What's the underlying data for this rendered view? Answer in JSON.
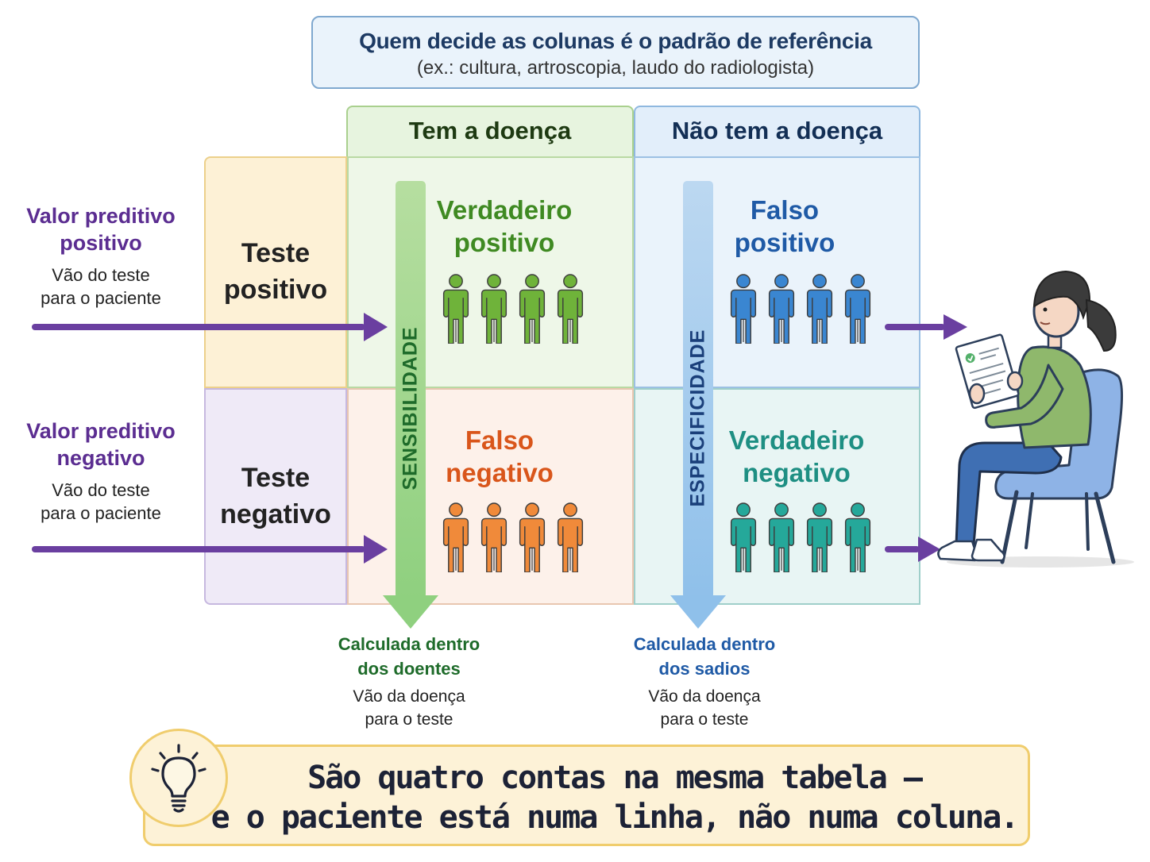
{
  "banner": {
    "title": "Quem decide as colunas é o padrão de referência",
    "subtitle": "(ex.: cultura, artroscopia, laudo do radiologista)"
  },
  "columns": {
    "disease": "Tem a doença",
    "no_disease": "Não tem a doença"
  },
  "rows": {
    "positive_line1": "Teste",
    "positive_line2": "positivo",
    "negative_line1": "Teste",
    "negative_line2": "negativo"
  },
  "cells": {
    "tp": {
      "line1": "Verdadeiro",
      "line2": "positivo",
      "color": "#3f8a22",
      "icon_color": "#6fb33a"
    },
    "fp": {
      "line1": "Falso",
      "line2": "positivo",
      "color": "#1f5aa6",
      "icon_color": "#3a86d1"
    },
    "fn": {
      "line1": "Falso",
      "line2": "negativo",
      "color": "#d9561b",
      "icon_color": "#f08a3a"
    },
    "tn": {
      "line1": "Verdadeiro",
      "line2": "negativo",
      "color": "#1e8f83",
      "icon_color": "#25a89a"
    }
  },
  "left": {
    "ppv_title_1": "Valor preditivo",
    "ppv_title_2": "positivo",
    "ppv_sub_1": "Vão do teste",
    "ppv_sub_2": "para o paciente",
    "npv_title_1": "Valor preditivo",
    "npv_title_2": "negativo",
    "npv_sub_1": "Vão do teste",
    "npv_sub_2": "para o paciente"
  },
  "arrows": {
    "sensitivity": "SENSIBILIDADE",
    "specificity": "ESPECIFICIDADE"
  },
  "captions": {
    "sens_title_1": "Calculada dentro",
    "sens_title_2": "dos doentes",
    "sens_sub_1": "Vão da doença",
    "sens_sub_2": "para o teste",
    "spec_title_1": "Calculada dentro",
    "spec_title_2": "dos sadios",
    "spec_sub_1": "Vão da doença",
    "spec_sub_2": "para o teste"
  },
  "takeaway": {
    "line1": "São quatro contas na mesma tabela —",
    "line2": "e o paciente está numa linha, não numa coluna."
  },
  "icons": [
    "person-icon",
    "lightbulb-icon",
    "patient-reading-illustration",
    "right-arrow-icon",
    "down-arrow-icon"
  ],
  "colors": {
    "purple": "#5b2d91",
    "green_text": "#1e6b2a",
    "blue_text": "#1f5aa6"
  }
}
